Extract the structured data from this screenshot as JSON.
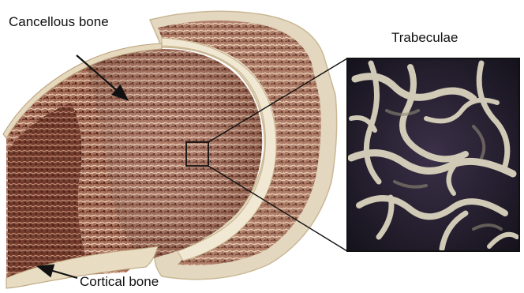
{
  "labels": {
    "cancellous": "Cancellous bone",
    "trabeculae": "Trabeculae",
    "cortical": "Cortical bone"
  },
  "colors": {
    "cancellous": "#b07a5e",
    "cancellous_dark": "#5a2d20",
    "cortical": "#e6ddc9",
    "cartilage": "#d9c4a3",
    "trabeculae_bg": "#2a2238",
    "trabeculae_strut": "#d8d3bf",
    "arrow": "#111111"
  },
  "icons": {
    "arrow": "arrow-icon",
    "zoom_box": "magnify-box-icon"
  }
}
